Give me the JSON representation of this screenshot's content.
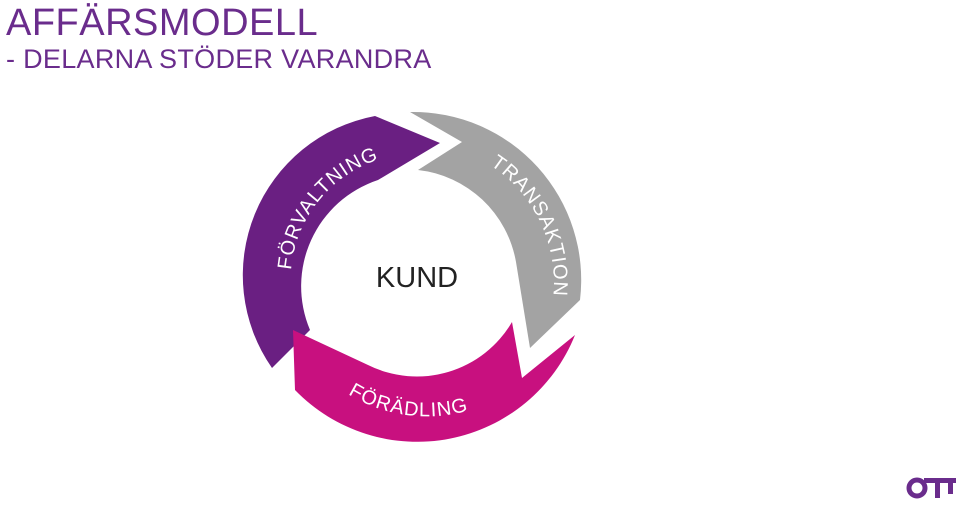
{
  "title": {
    "main": "AFFÄRSMODELL",
    "sub": "- DELARNA STÖDER VARANDRA"
  },
  "diagram": {
    "center_label": "KUND",
    "segments": [
      {
        "label": "FÖRVALTNING",
        "color": "#6a1f82"
      },
      {
        "label": "TRANSAKTION",
        "color": "#a3a3a3"
      },
      {
        "label": "FÖRÄDLING",
        "color": "#c8107f"
      }
    ]
  },
  "colors": {
    "title": "#6a2c8c",
    "logo": "#6a2c8c"
  },
  "logo": {
    "icon": "key-icon"
  }
}
